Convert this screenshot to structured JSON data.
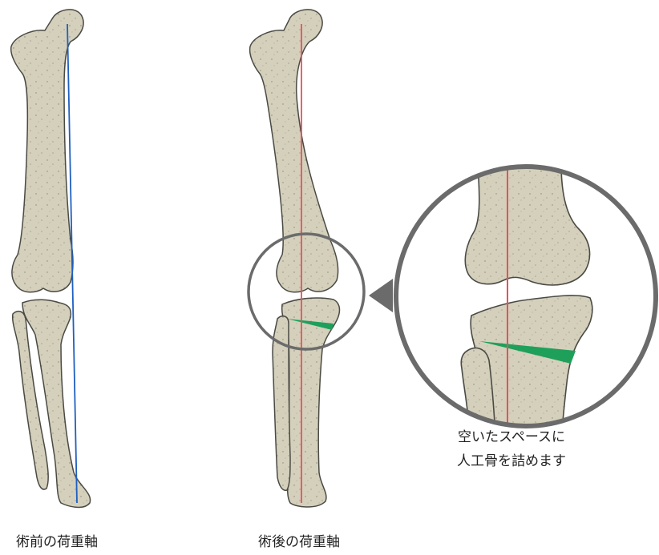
{
  "captions": {
    "before": "術前の荷重軸",
    "after": "術後の荷重軸"
  },
  "callout": {
    "line1": "空いたスペースに",
    "line2": "人工骨を詰めます"
  },
  "colors": {
    "bone_fill": "#d4d0bc",
    "bone_stroke": "#4a4a44",
    "axis_before": "#1f5fbf",
    "axis_after": "#e8505a",
    "wedge": "#1fa05a",
    "circle": "#6b6b6b"
  }
}
